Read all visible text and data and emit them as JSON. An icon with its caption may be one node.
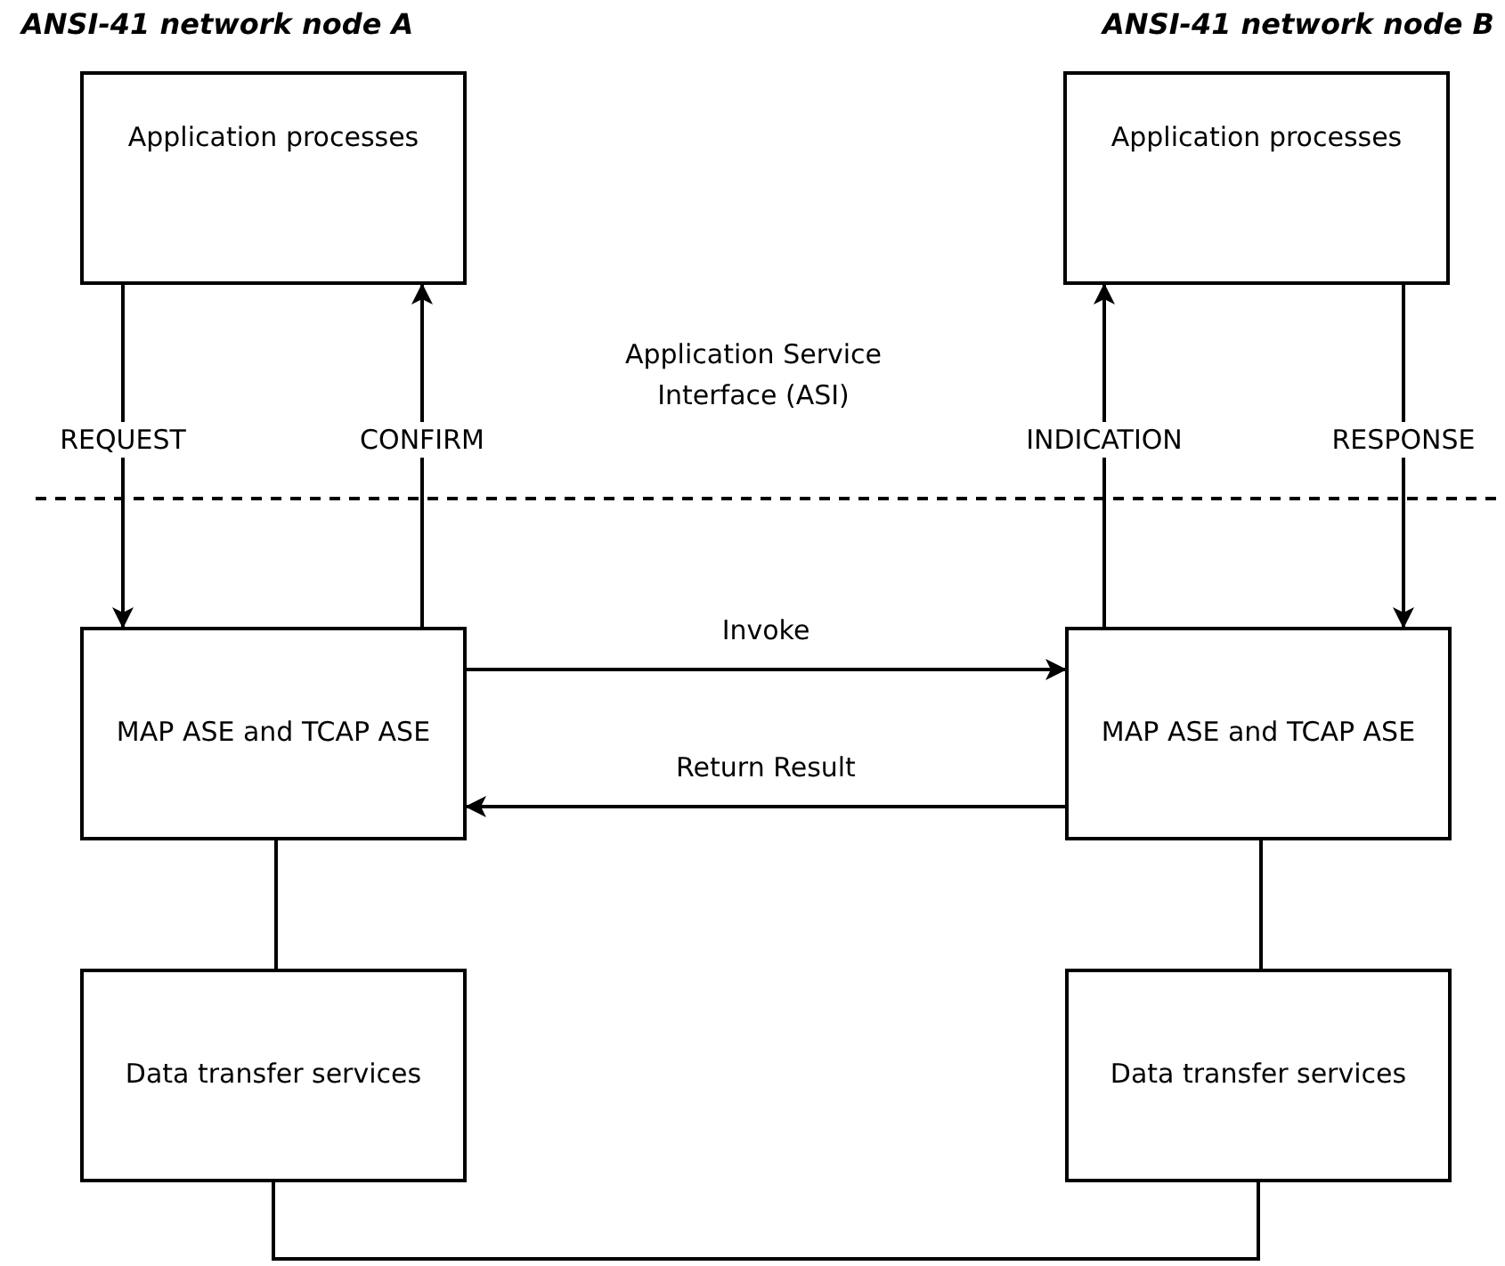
{
  "diagram": {
    "nodes": [
      {
        "text": [
          "Application processes"
        ]
      },
      {
        "text": [
          "Application processes"
        ]
      },
      {
        "text": [
          "MAP ASE and TCAP ASE"
        ]
      },
      {
        "text": [
          "MAP ASE and TCAP ASE"
        ]
      },
      {
        "text": [
          "Data transfer services"
        ]
      },
      {
        "text": [
          "Data transfer services"
        ]
      }
    ],
    "edges": [
      {
        "from": 0,
        "to": 2,
        "arrow": "to",
        "label": "REQUEST"
      },
      {
        "from": 2,
        "to": 0,
        "arrow": "to",
        "label": "CONFIRM"
      },
      {
        "from": 3,
        "to": 1,
        "arrow": "to",
        "label": "INDICATION"
      },
      {
        "from": 1,
        "to": 3,
        "arrow": "to",
        "label": "RESPONSE"
      },
      {
        "from": 2,
        "to": 3,
        "arrow": "to",
        "label": "Invoke"
      },
      {
        "from": 3,
        "to": 2,
        "arrow": "to",
        "label": "Return Result"
      },
      {
        "from": 2,
        "to": 4,
        "arrow": "none"
      },
      {
        "from": 3,
        "to": 5,
        "arrow": "none"
      },
      {
        "from": 4,
        "to": 5,
        "arrow": "none"
      }
    ],
    "labels": [
      "ANSI-41 network node A",
      "ANSI-41 network node B",
      "Application Service Interface (ASI)"
    ]
  }
}
